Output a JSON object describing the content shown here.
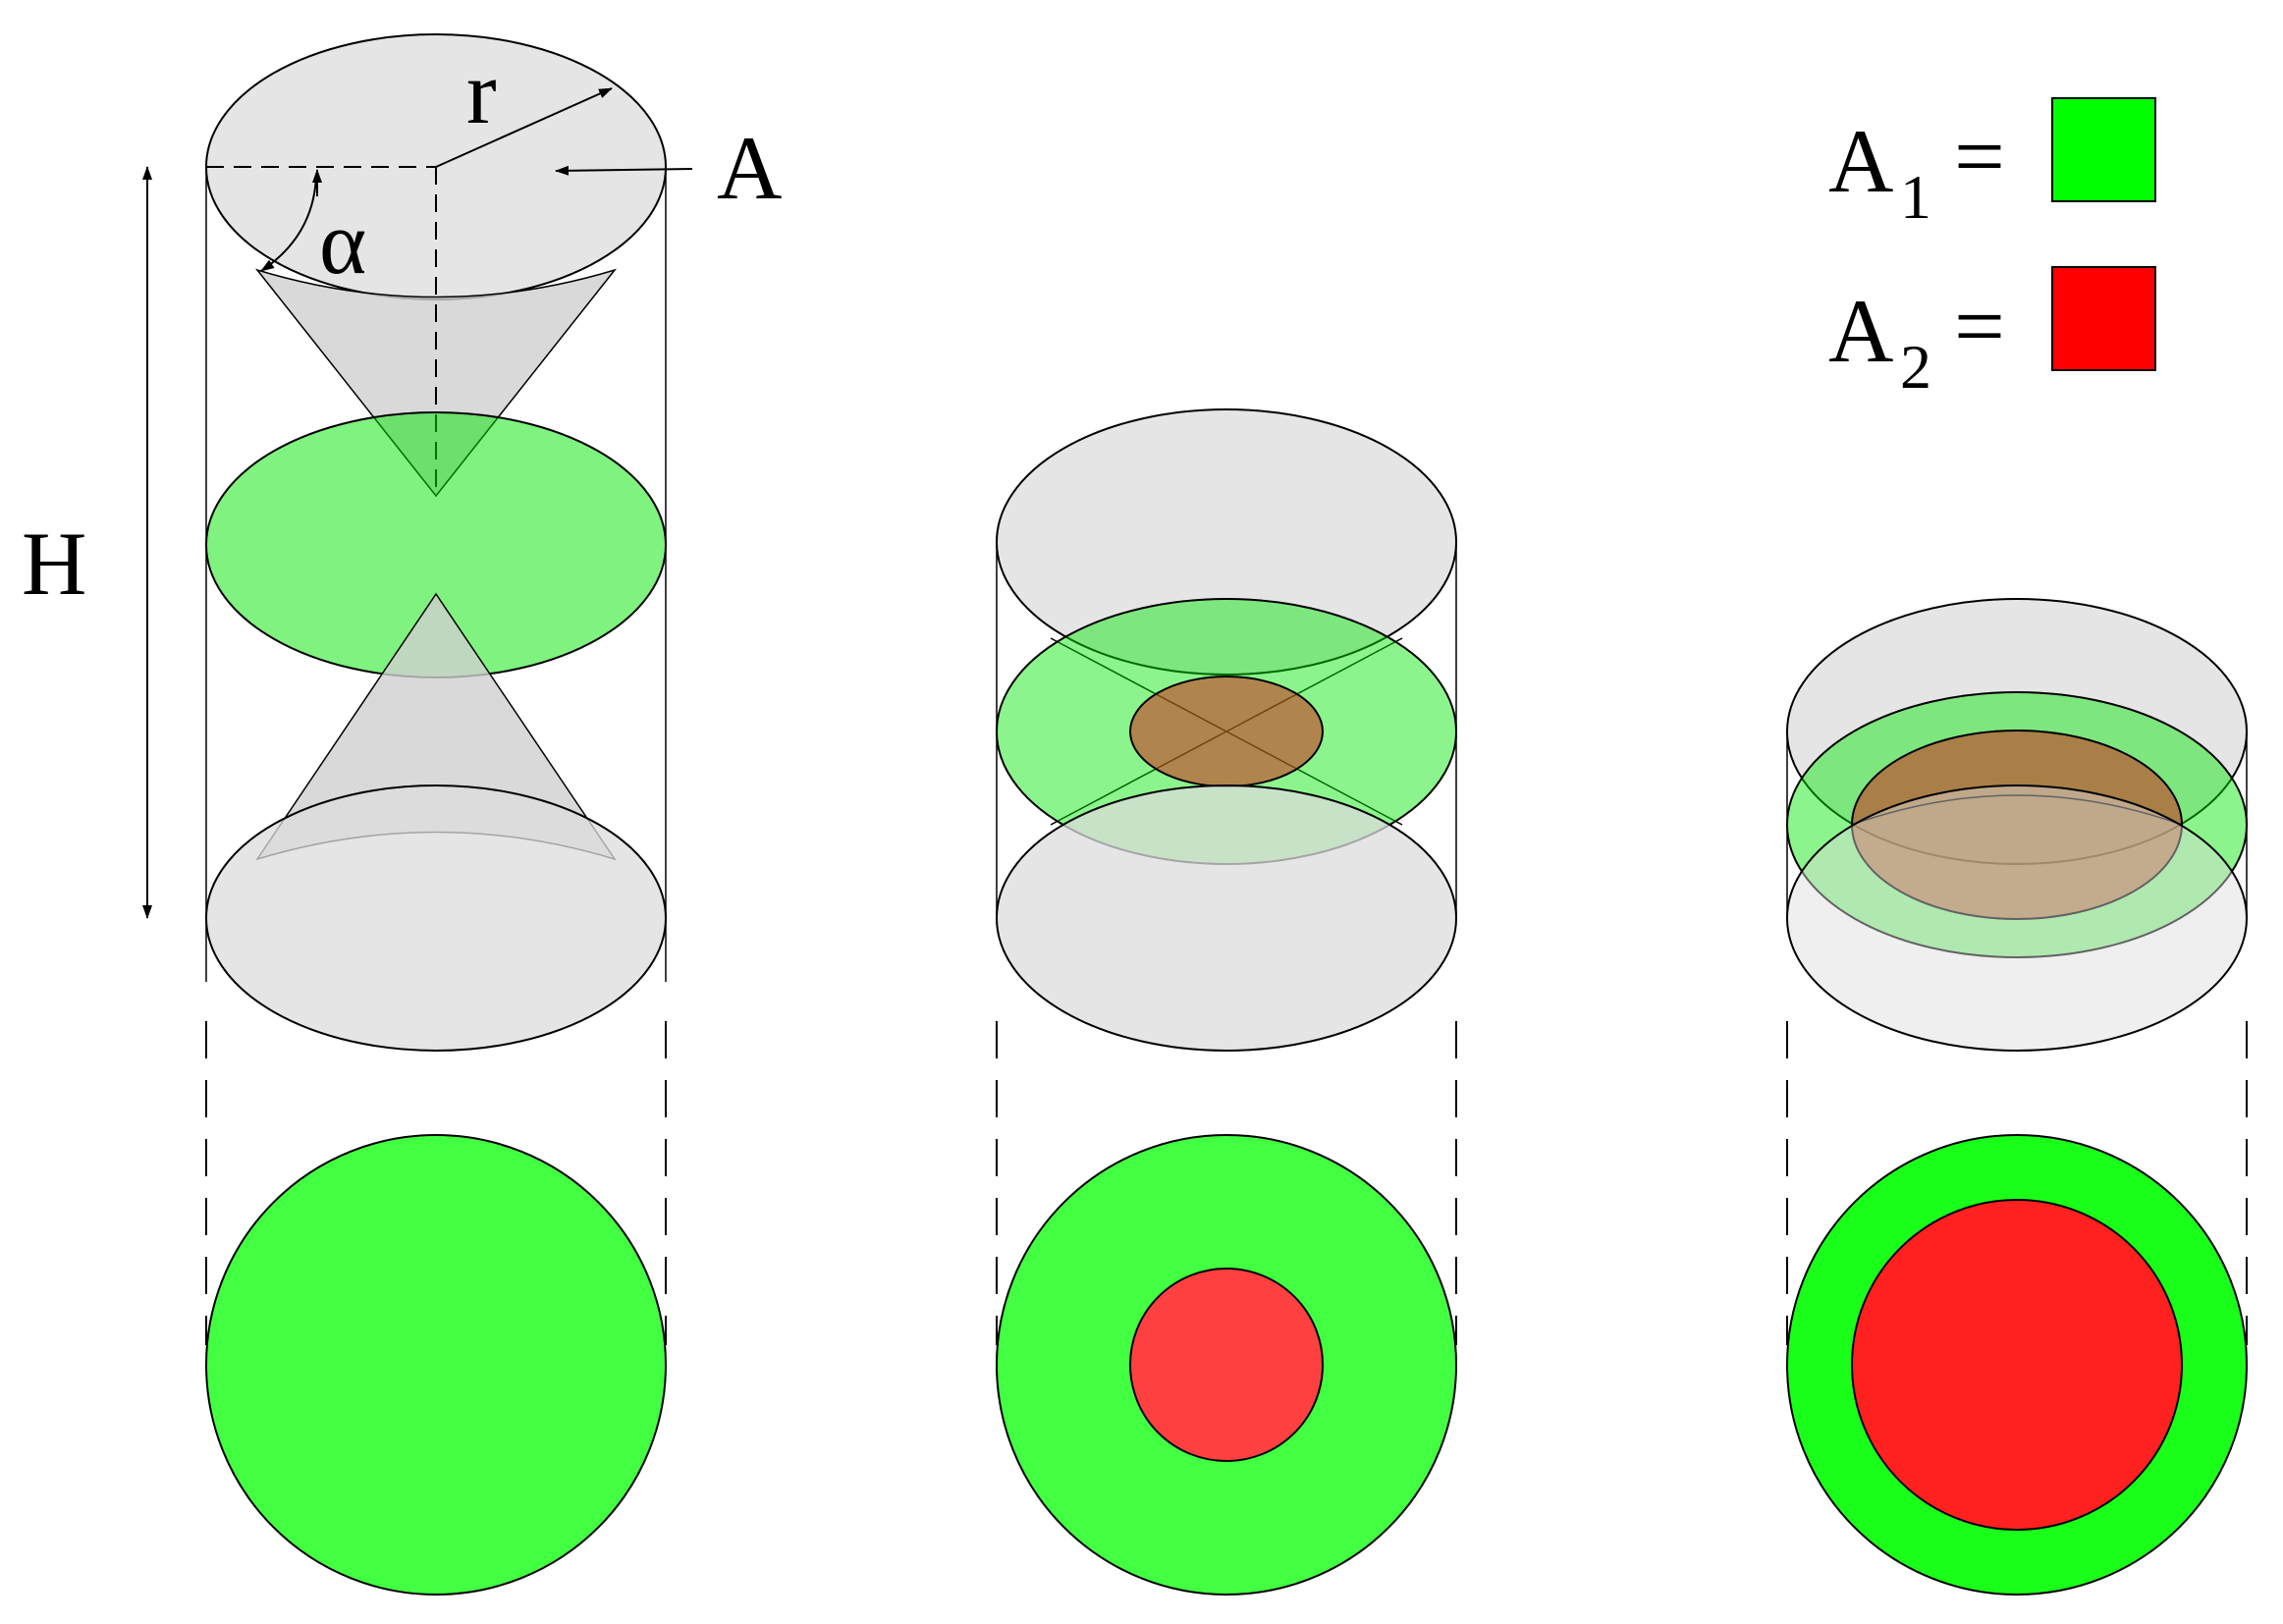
{
  "labels": {
    "radius": "r",
    "angle": "α",
    "area_top": "A",
    "height": "H"
  },
  "legend": [
    {
      "symbol": "A",
      "subscript": "1",
      "equals": "=",
      "color": "#00ff00"
    },
    {
      "symbol": "A",
      "subscript": "2",
      "equals": "=",
      "color": "#ff0000"
    }
  ],
  "colors": {
    "gray_fill": "#dcdcdc",
    "green_translucent": "#00e600",
    "red_translucent": "#cc2a1a",
    "green_solid": "#42ff42",
    "red_mid": "#ff4040",
    "green_right": "#1aff1a",
    "red_right": "#ff2020"
  }
}
